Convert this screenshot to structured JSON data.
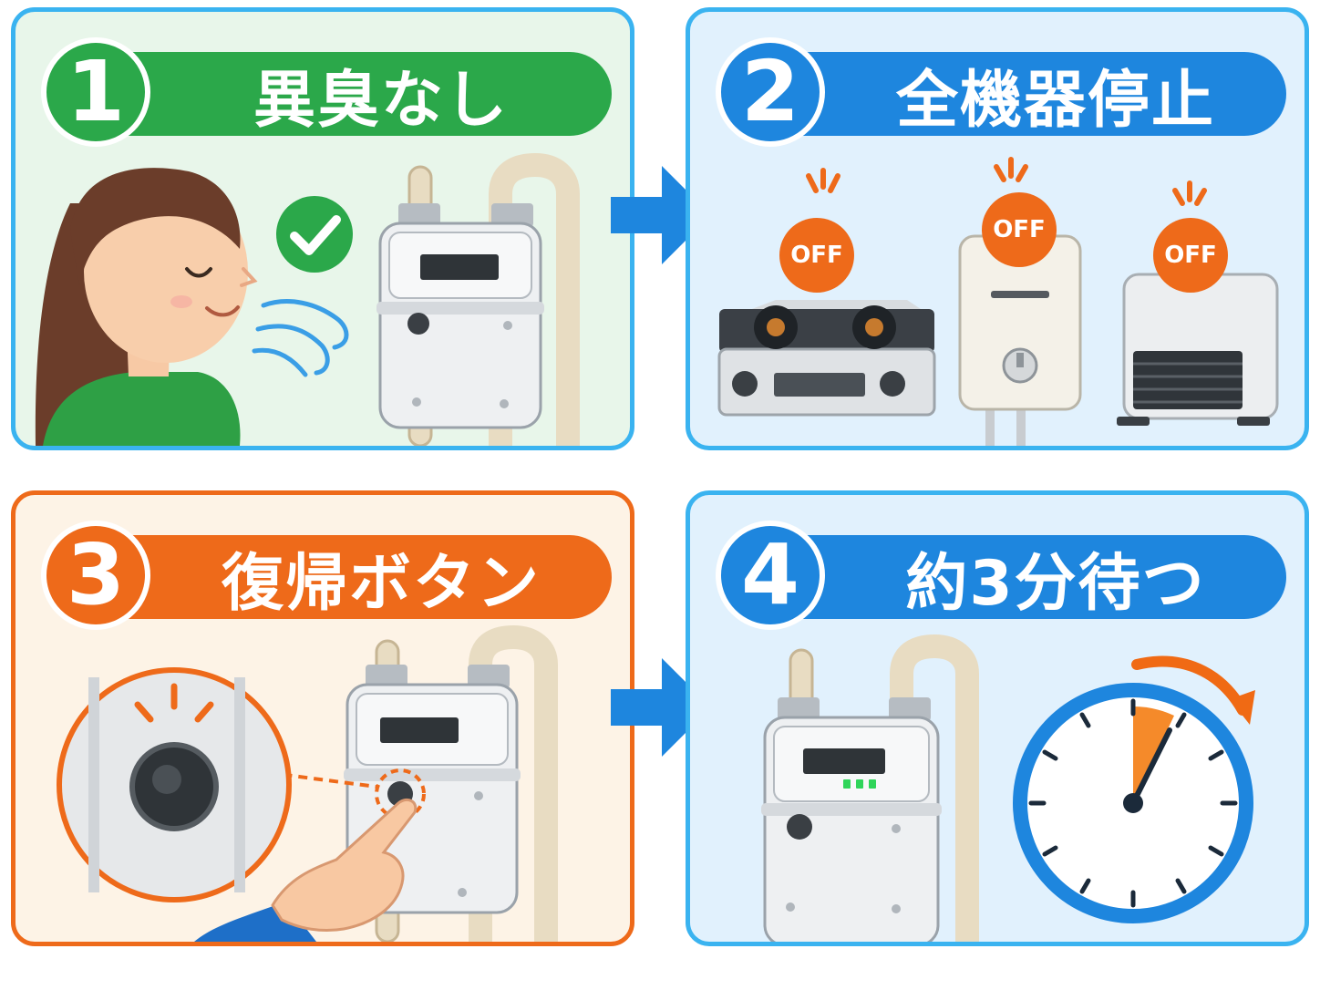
{
  "steps": [
    {
      "number": "1",
      "title": "異臭なし"
    },
    {
      "number": "2",
      "title": "全機器停止"
    },
    {
      "number": "3",
      "title": "復帰ボタン"
    },
    {
      "number": "4",
      "title": "約3分待つ"
    }
  ],
  "appliances": {
    "stove_status": "OFF",
    "water_heater_status": "OFF",
    "heater_status": "OFF"
  },
  "colors": {
    "step1": "#2ba84a",
    "step2": "#1e86de",
    "step3": "#ee6a1a",
    "step4": "#1e86de",
    "panel_border": "#3ab3f0",
    "arrow": "#1e86de"
  },
  "icons": [
    "check-icon",
    "smell-wind-icon",
    "gas-meter-icon",
    "gas-stove-icon",
    "water-heater-icon",
    "fan-heater-icon",
    "reset-button-icon",
    "pointing-hand-icon",
    "clock-icon"
  ]
}
